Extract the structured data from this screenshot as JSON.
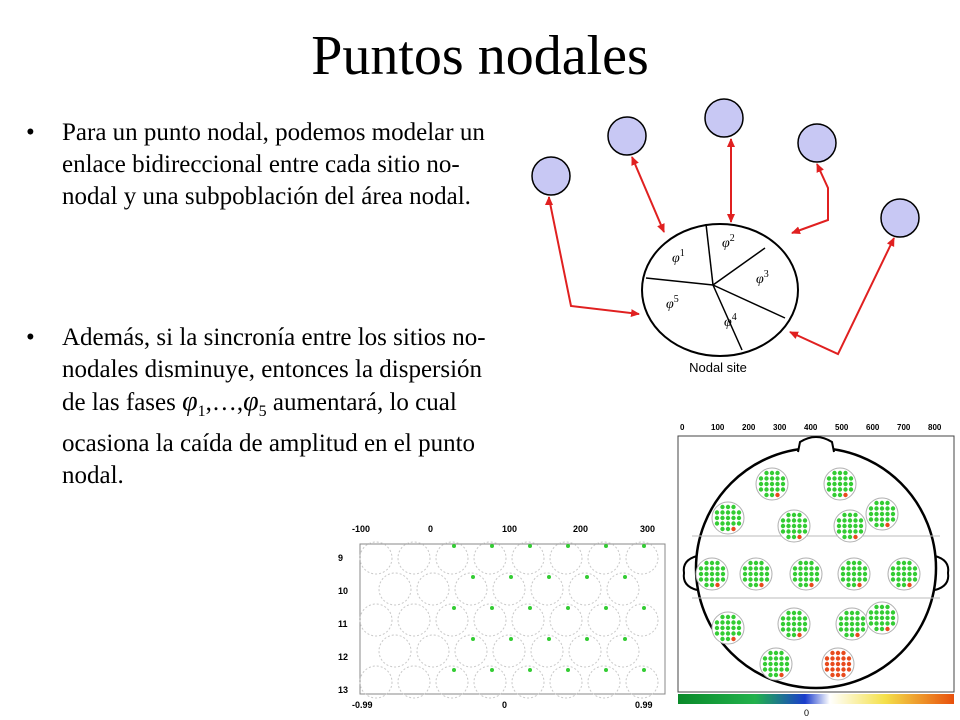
{
  "title": "Puntos nodales",
  "bullets": [
    {
      "marker": "•",
      "text": "Para un punto nodal, podemos modelar un enlace bidireccional entre cada sitio no-nodal y una subpoblación del área nodal."
    },
    {
      "marker": "•",
      "text_before": "Además, si la sincronía entre los sitios no-nodales disminuye, entonces la dispersión de las fases ",
      "phi_symbol": "φ",
      "phi_sub_start": "1",
      "phi_mid": ",…,",
      "phi_sub_end": "5",
      "text_after": " aumentará, lo cual ocasiona la caída de amplitud en el punto nodal."
    }
  ],
  "diagram": {
    "caption": "Nodal site",
    "sectors": [
      {
        "symbol": "φ",
        "sup": "1"
      },
      {
        "symbol": "φ",
        "sup": "2"
      },
      {
        "symbol": "φ",
        "sup": "3"
      },
      {
        "symbol": "φ",
        "sup": "4"
      },
      {
        "symbol": "φ",
        "sup": "5"
      }
    ],
    "node_color": "#c8c8f4",
    "arrow_color": "#e02020"
  },
  "grid_plot": {
    "top_ticks": [
      "-100",
      "0",
      "100",
      "200",
      "300"
    ],
    "left_ticks": [
      "9",
      "10",
      "11",
      "12",
      "13"
    ],
    "bottom_ticks": [
      "-0.99",
      "0",
      "0.99"
    ]
  },
  "head_map": {
    "top_ticks": [
      "0",
      "100",
      "200",
      "300",
      "400",
      "500",
      "600",
      "700",
      "800"
    ],
    "colorbar_label": "0"
  }
}
